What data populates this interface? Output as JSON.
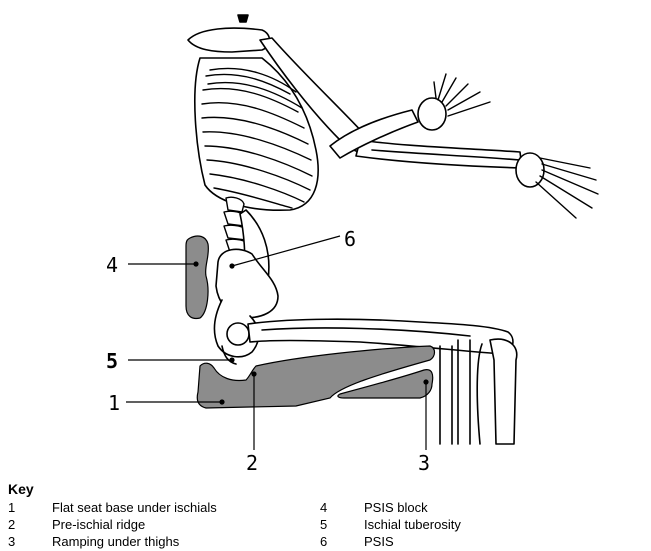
{
  "diagram": {
    "callouts": {
      "c1": "1",
      "c2": "2",
      "c3": "3",
      "c4": "4",
      "c5": "5",
      "c6": "6"
    },
    "colors": {
      "cushion_fill": "#8c8c8c",
      "outline": "#000000"
    }
  },
  "key": {
    "title": "Key",
    "items": [
      {
        "num": "1",
        "label": "Flat seat base under ischials"
      },
      {
        "num": "2",
        "label": "Pre-ischial ridge"
      },
      {
        "num": "3",
        "label": "Ramping under thighs"
      },
      {
        "num": "4",
        "label": "PSIS block"
      },
      {
        "num": "5",
        "label": "Ischial tuberosity"
      },
      {
        "num": "6",
        "label": "PSIS"
      }
    ]
  }
}
